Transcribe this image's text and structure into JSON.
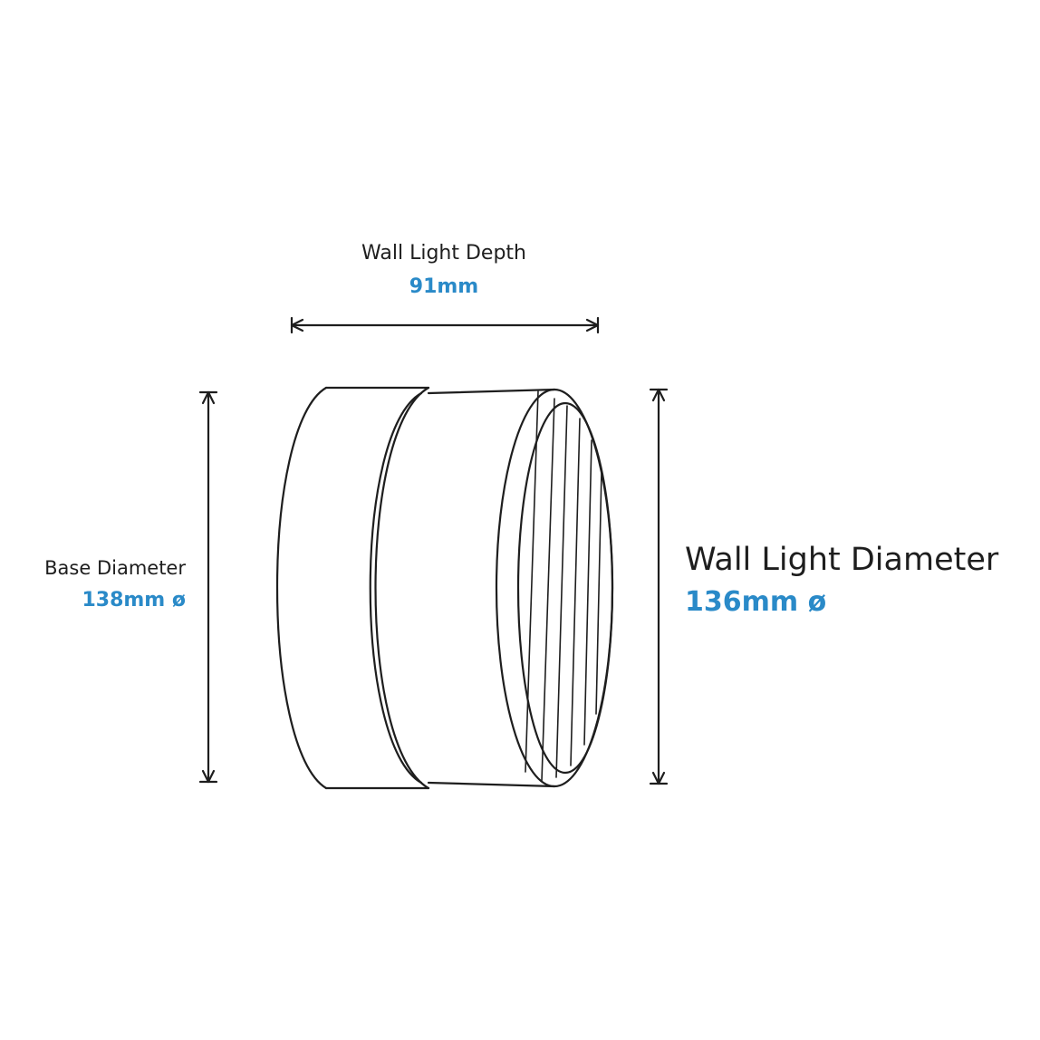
{
  "depth": {
    "label": "Wall Light Depth",
    "value": "91mm"
  },
  "base": {
    "label": "Base Diameter",
    "value": "138mm ø"
  },
  "wall": {
    "label": "Wall Light Diameter",
    "value": "136mm ø"
  },
  "colors": {
    "line": "#1e1e1e",
    "accent": "#2a8ac8",
    "background": "#ffffff"
  }
}
